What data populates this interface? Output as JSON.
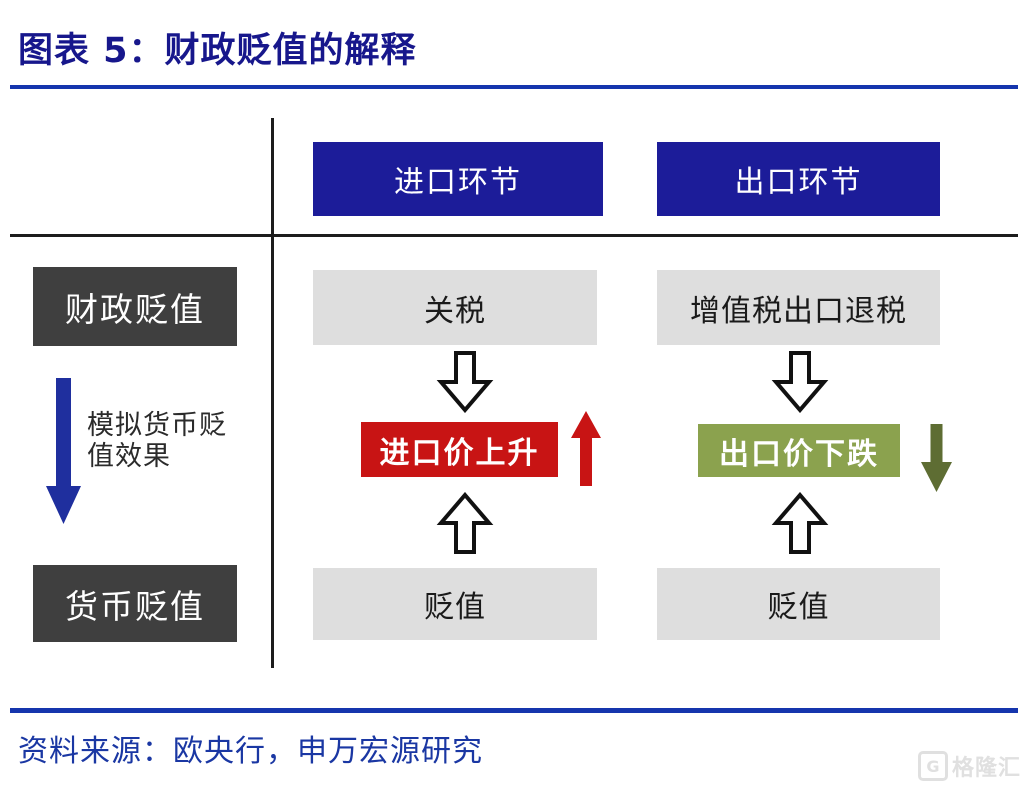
{
  "title": "图表 5：财政贬值的解释",
  "diagram": {
    "columns": {
      "import": "进口环节",
      "export": "出口环节"
    },
    "rows": {
      "fiscal": "财政贬值",
      "currency": "货币贬值"
    },
    "simulate_label": "模拟货币贬值效果",
    "cells": {
      "tariff": "关税",
      "vat_rebate": "增值税出口退税",
      "import_price": "进口价上升",
      "export_price": "出口价下跌",
      "deval_import": "贬值",
      "deval_export": "贬值"
    },
    "icons": {
      "simulate_arrow": "blue-down-arrow",
      "import_effect_arrow": "red-up-arrow",
      "export_effect_arrow": "olive-down-arrow",
      "flow_arrow_down": "hollow-down-arrow",
      "flow_arrow_up": "hollow-up-arrow"
    }
  },
  "colors": {
    "header_blue": "#1c1c99",
    "row_label_gray": "#3f3f3f",
    "cell_gray": "#dedede",
    "rise_red": "#c81414",
    "fall_green": "#8ba24e",
    "fall_arrow_olive": "#5e6d33",
    "accent_blue": "#1535ad",
    "title_blue": "#17178c",
    "source_blue": "#1a37a3"
  },
  "footer": {
    "source": "资料来源：欧央行，申万宏源研究",
    "watermark": "格隆汇"
  }
}
